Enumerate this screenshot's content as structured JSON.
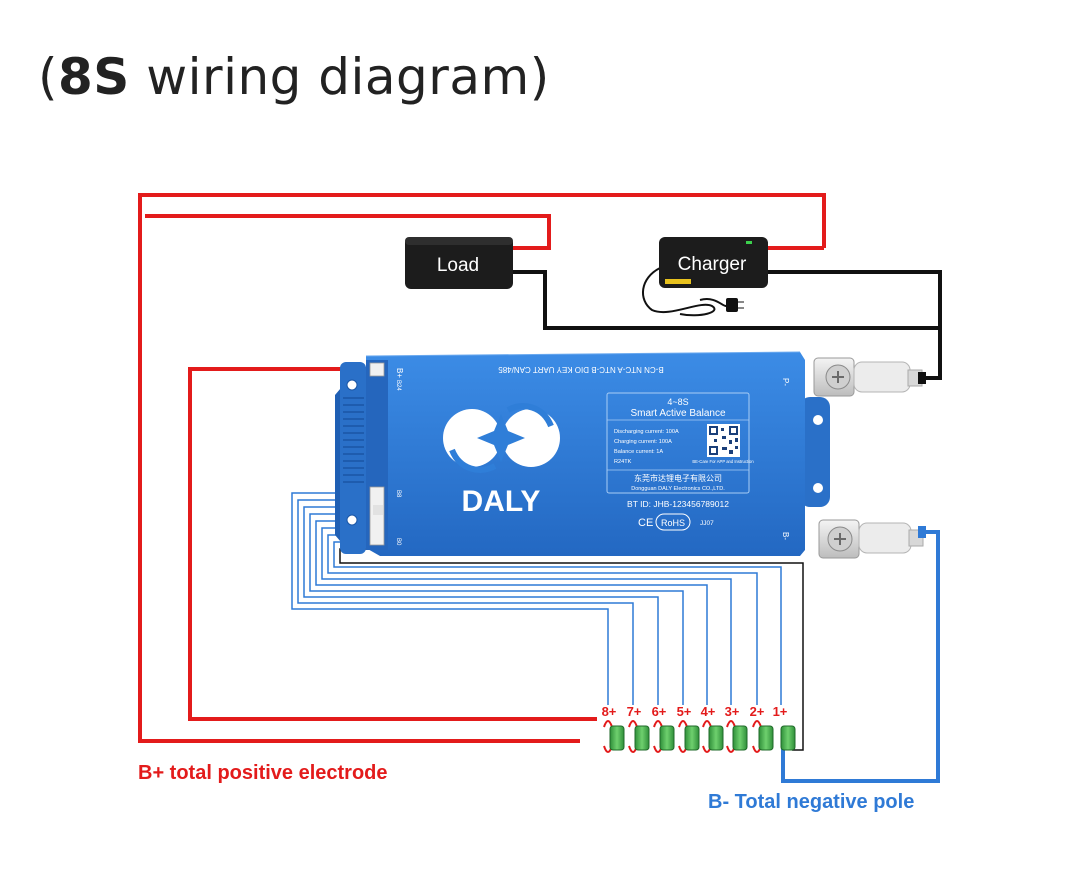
{
  "title": {
    "open": "(",
    "bold": "8S",
    "rest": "wiring diagram",
    "close": ")"
  },
  "load_label": "Load",
  "charger_label": "Charger",
  "bms": {
    "header_labels": "B-CN  NTC-A  NTC-B  DIO  KEY  UART  CAN/485",
    "b_plus_port": "B+",
    "b_plus_code": "B24",
    "b8_port": "B8",
    "b0_port": "B0",
    "p_minus": "P-",
    "b_minus": "B-",
    "brand": "DALY",
    "spec_title": "4~8S",
    "spec_subtitle": "Smart Active Balance",
    "spec_lines": [
      "Discharging current: 100A",
      "Charging current: 100A",
      "Balance current: 1A",
      "R24TK"
    ],
    "qr_caption": "BE-Care For APP and Instruction",
    "company_cn": "东莞市达锂电子有限公司",
    "company_en": "Dongguan DALY Electronics CO.,LTD.",
    "bt_id": "BT ID: JHB-123456789012",
    "ce": "CE",
    "rohs": "RoHS",
    "batch": "JJ07"
  },
  "cell_labels": [
    "8+",
    "7+",
    "6+",
    "5+",
    "4+",
    "3+",
    "2+",
    "1+"
  ],
  "b_plus_label": "B+ total positive electrode",
  "b_minus_label": "B- Total negative pole",
  "colors": {
    "red": "#e31b1b",
    "blue": "#2f7ad6",
    "black": "#111111",
    "board": "#2f7ed8",
    "cell": "#39a845"
  }
}
